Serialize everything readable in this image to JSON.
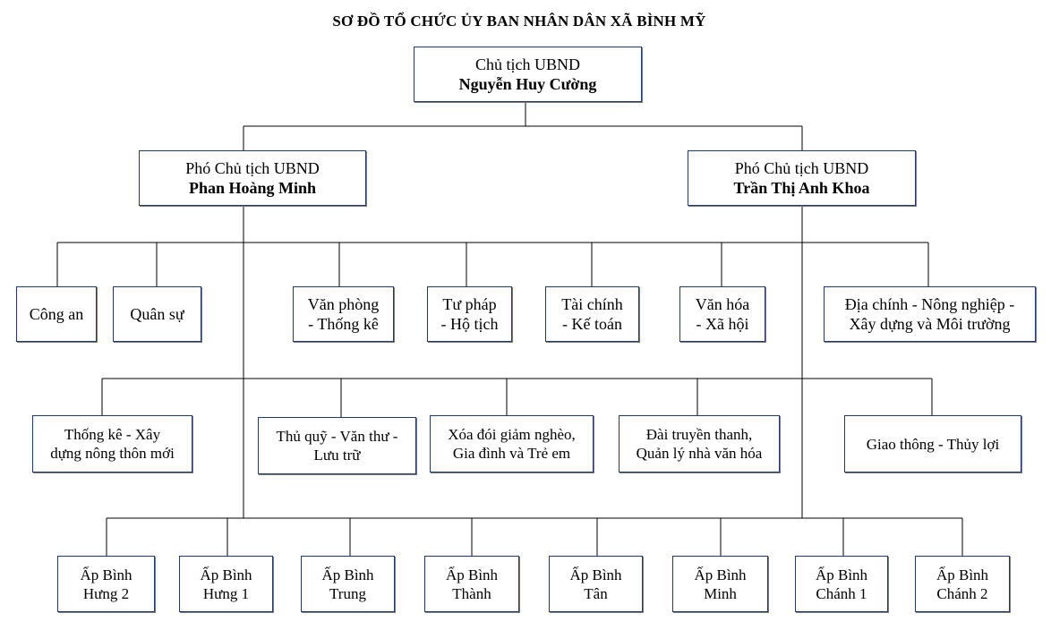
{
  "title": "SƠ ĐỒ TỔ CHỨC ỦY BAN NHÂN DÂN XÃ BÌNH MỸ",
  "chairman": {
    "role": "Chủ tịch UBND",
    "name": "Nguyễn Huy Cường"
  },
  "vice_left": {
    "role": "Phó Chủ tịch UBND",
    "name": "Phan Hoàng Minh"
  },
  "vice_right": {
    "role": "Phó Chủ tịch UBND",
    "name": "Trần Thị Anh Khoa"
  },
  "departments": [
    [
      "Công an"
    ],
    [
      "Quân sự"
    ],
    [
      "Văn phòng",
      "- Thống kê"
    ],
    [
      "Tư pháp",
      "- Hộ tịch"
    ],
    [
      "Tài chính",
      "- Kế toán"
    ],
    [
      "Văn hóa",
      "- Xã hội"
    ],
    [
      "Địa chính - Nông nghiệp -",
      "Xây dựng và Môi trường"
    ]
  ],
  "programs": [
    [
      "Thống kê - Xây",
      "dựng nông thôn mới"
    ],
    [
      "Thủ quỹ - Văn thư -",
      "Lưu trữ"
    ],
    [
      "Xóa đói giảm nghèo,",
      "Gia đình và Trẻ em"
    ],
    [
      "Đài truyền thanh,",
      "Quản lý nhà văn hóa"
    ],
    [
      "Giao thông - Thủy lợi"
    ]
  ],
  "hamlets": [
    [
      "Ấp Bình",
      "Hưng 2"
    ],
    [
      "Ấp Bình",
      "Hưng 1"
    ],
    [
      "Ấp Bình",
      "Trung"
    ],
    [
      "Ấp Bình",
      "Thành"
    ],
    [
      "Ấp Bình",
      "Tân"
    ],
    [
      "Ấp Bình",
      "Minh"
    ],
    [
      "Ấp Bình",
      "Chánh 1"
    ],
    [
      "Ấp Bình",
      "Chánh 2"
    ]
  ],
  "colors": {
    "box_border": "#1f3b6b",
    "connector": "#000000"
  }
}
